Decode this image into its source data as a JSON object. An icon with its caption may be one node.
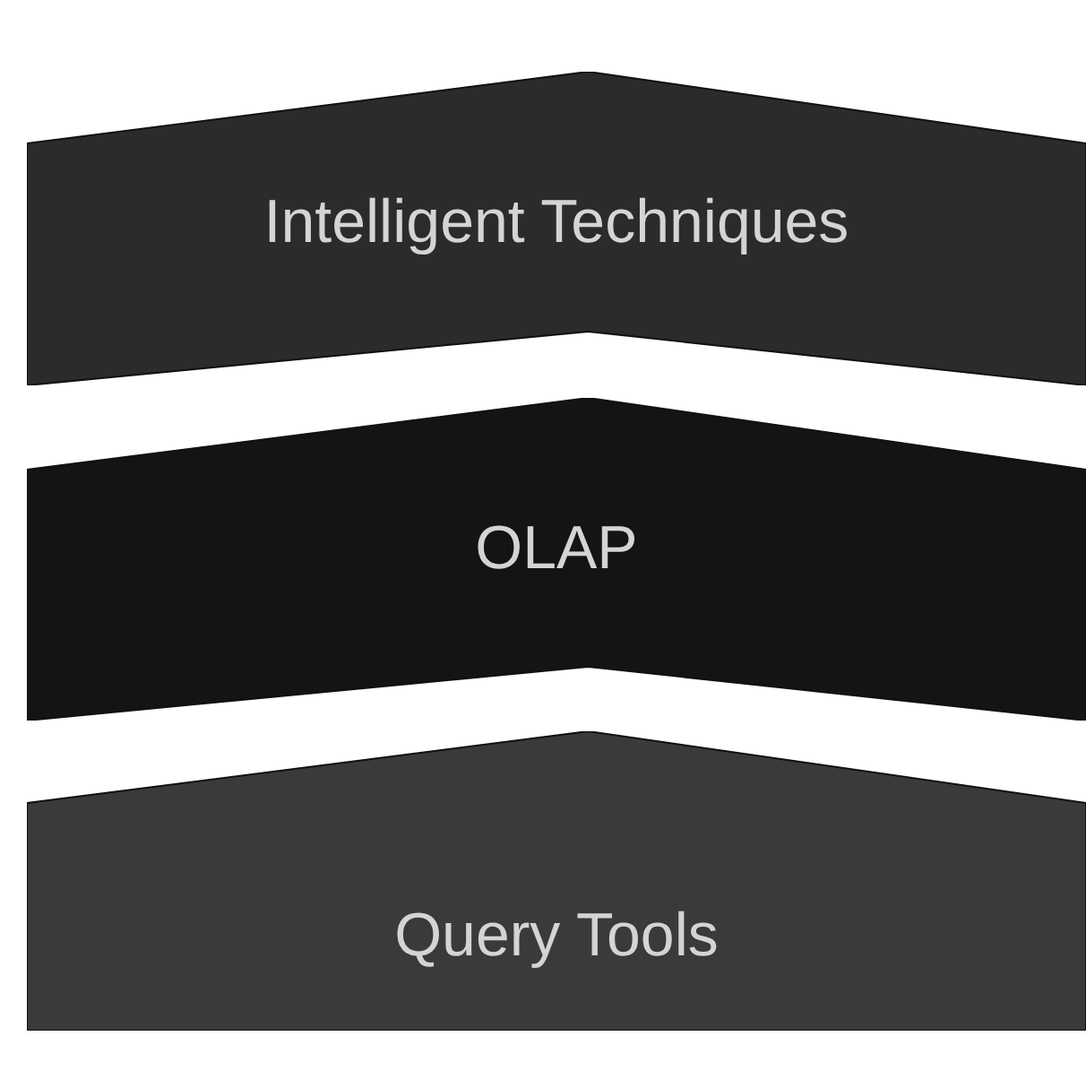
{
  "diagram": {
    "nodes": [
      {
        "text": [
          "Intelligent Techniques"
        ]
      },
      {
        "text": [
          "OLAP"
        ]
      },
      {
        "text": [
          "Query Tools"
        ]
      }
    ]
  }
}
